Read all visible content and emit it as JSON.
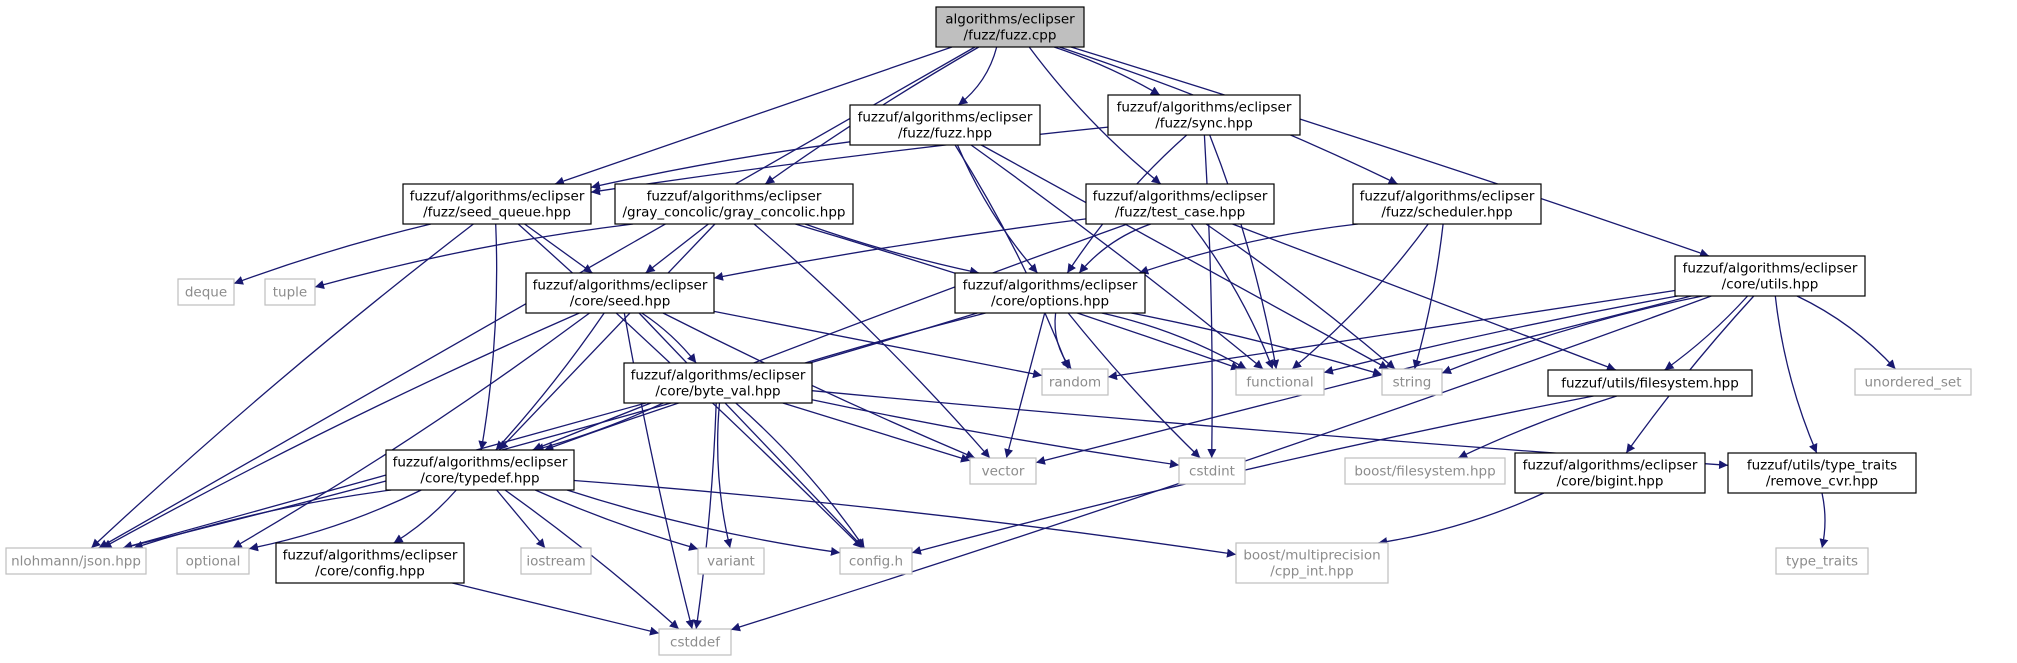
{
  "colors": {
    "edge": "#191970",
    "root_fill": "#bfbfbf",
    "documented_border": "#000000",
    "external_border": "#bfbfbf",
    "external_text": "#8c8c8c",
    "text": "#000000"
  },
  "nodes": {
    "fuzz_cpp": {
      "lines": [
        "algorithms/eclipser",
        "/fuzz/fuzz.cpp"
      ],
      "kind": "root"
    },
    "fuzz_hpp": {
      "lines": [
        "fuzzuf/algorithms/eclipser",
        "/fuzz/fuzz.hpp"
      ],
      "kind": "doc"
    },
    "sync_hpp": {
      "lines": [
        "fuzzuf/algorithms/eclipser",
        "/fuzz/sync.hpp"
      ],
      "kind": "doc"
    },
    "seed_queue": {
      "lines": [
        "fuzzuf/algorithms/eclipser",
        "/fuzz/seed_queue.hpp"
      ],
      "kind": "doc"
    },
    "gray_concolic": {
      "lines": [
        "fuzzuf/algorithms/eclipser",
        "/gray_concolic/gray_concolic.hpp"
      ],
      "kind": "doc"
    },
    "test_case": {
      "lines": [
        "fuzzuf/algorithms/eclipser",
        "/fuzz/test_case.hpp"
      ],
      "kind": "doc"
    },
    "scheduler": {
      "lines": [
        "fuzzuf/algorithms/eclipser",
        "/fuzz/scheduler.hpp"
      ],
      "kind": "doc"
    },
    "utils_hpp": {
      "lines": [
        "fuzzuf/algorithms/eclipser",
        "/core/utils.hpp"
      ],
      "kind": "doc"
    },
    "seed_hpp": {
      "lines": [
        "fuzzuf/algorithms/eclipser",
        "/core/seed.hpp"
      ],
      "kind": "doc"
    },
    "options_hpp": {
      "lines": [
        "fuzzuf/algorithms/eclipser",
        "/core/options.hpp"
      ],
      "kind": "doc"
    },
    "byte_val": {
      "lines": [
        "fuzzuf/algorithms/eclipser",
        "/core/byte_val.hpp"
      ],
      "kind": "doc"
    },
    "typedef_hpp": {
      "lines": [
        "fuzzuf/algorithms/eclipser",
        "/core/typedef.hpp"
      ],
      "kind": "doc"
    },
    "config_hpp": {
      "lines": [
        "fuzzuf/algorithms/eclipser",
        "/core/config.hpp"
      ],
      "kind": "doc"
    },
    "filesystem_hpp": {
      "lines": [
        "fuzzuf/utils/filesystem.hpp"
      ],
      "kind": "doc"
    },
    "bigint_hpp": {
      "lines": [
        "fuzzuf/algorithms/eclipser",
        "/core/bigint.hpp"
      ],
      "kind": "doc"
    },
    "remove_cvr": {
      "lines": [
        "fuzzuf/utils/type_traits",
        "/remove_cvr.hpp"
      ],
      "kind": "doc"
    },
    "deque": {
      "lines": [
        "deque"
      ],
      "kind": "ext"
    },
    "tuple": {
      "lines": [
        "tuple"
      ],
      "kind": "ext"
    },
    "random": {
      "lines": [
        "random"
      ],
      "kind": "ext"
    },
    "functional": {
      "lines": [
        "functional"
      ],
      "kind": "ext"
    },
    "string": {
      "lines": [
        "string"
      ],
      "kind": "ext"
    },
    "unordered_set": {
      "lines": [
        "unordered_set"
      ],
      "kind": "ext"
    },
    "vector": {
      "lines": [
        "vector"
      ],
      "kind": "ext"
    },
    "cstdint": {
      "lines": [
        "cstdint"
      ],
      "kind": "ext"
    },
    "boost_filesystem": {
      "lines": [
        "boost/filesystem.hpp"
      ],
      "kind": "ext"
    },
    "nlohmann": {
      "lines": [
        "nlohmann/json.hpp"
      ],
      "kind": "ext"
    },
    "optional": {
      "lines": [
        "optional"
      ],
      "kind": "ext"
    },
    "iostream": {
      "lines": [
        "iostream"
      ],
      "kind": "ext"
    },
    "variant": {
      "lines": [
        "variant"
      ],
      "kind": "ext"
    },
    "config_h": {
      "lines": [
        "config.h"
      ],
      "kind": "ext"
    },
    "boost_mp": {
      "lines": [
        "boost/multiprecision",
        "/cpp_int.hpp"
      ],
      "kind": "ext"
    },
    "type_traits": {
      "lines": [
        "type_traits"
      ],
      "kind": "ext"
    },
    "cstddef": {
      "lines": [
        "cstddef"
      ],
      "kind": "ext"
    }
  },
  "edges": [
    [
      "fuzz_cpp",
      "fuzz_hpp"
    ],
    [
      "fuzz_cpp",
      "sync_hpp"
    ],
    [
      "fuzz_cpp",
      "seed_queue"
    ],
    [
      "fuzz_cpp",
      "gray_concolic"
    ],
    [
      "fuzz_cpp",
      "test_case"
    ],
    [
      "fuzz_cpp",
      "scheduler"
    ],
    [
      "fuzz_cpp",
      "utils_hpp"
    ],
    [
      "fuzz_cpp",
      "nlohmann"
    ],
    [
      "fuzz_hpp",
      "seed_queue"
    ],
    [
      "fuzz_hpp",
      "options_hpp"
    ],
    [
      "fuzz_hpp",
      "random"
    ],
    [
      "fuzz_hpp",
      "functional"
    ],
    [
      "fuzz_hpp",
      "string"
    ],
    [
      "sync_hpp",
      "seed_queue"
    ],
    [
      "sync_hpp",
      "options_hpp"
    ],
    [
      "sync_hpp",
      "functional"
    ],
    [
      "sync_hpp",
      "cstdint"
    ],
    [
      "seed_queue",
      "seed_hpp"
    ],
    [
      "seed_queue",
      "deque"
    ],
    [
      "seed_queue",
      "nlohmann"
    ],
    [
      "seed_queue",
      "typedef_hpp"
    ],
    [
      "seed_queue",
      "config_h"
    ],
    [
      "gray_concolic",
      "seed_hpp"
    ],
    [
      "gray_concolic",
      "options_hpp"
    ],
    [
      "gray_concolic",
      "tuple"
    ],
    [
      "gray_concolic",
      "vector"
    ],
    [
      "gray_concolic",
      "functional"
    ],
    [
      "gray_concolic",
      "typedef_hpp"
    ],
    [
      "test_case",
      "seed_hpp"
    ],
    [
      "test_case",
      "options_hpp"
    ],
    [
      "test_case",
      "functional"
    ],
    [
      "test_case",
      "string"
    ],
    [
      "test_case",
      "filesystem_hpp"
    ],
    [
      "test_case",
      "typedef_hpp"
    ],
    [
      "scheduler",
      "options_hpp"
    ],
    [
      "scheduler",
      "functional"
    ],
    [
      "scheduler",
      "string"
    ],
    [
      "utils_hpp",
      "random"
    ],
    [
      "utils_hpp",
      "functional"
    ],
    [
      "utils_hpp",
      "string"
    ],
    [
      "utils_hpp",
      "unordered_set"
    ],
    [
      "utils_hpp",
      "filesystem_hpp"
    ],
    [
      "utils_hpp",
      "vector"
    ],
    [
      "utils_hpp",
      "bigint_hpp"
    ],
    [
      "utils_hpp",
      "remove_cvr"
    ],
    [
      "utils_hpp",
      "cstddef"
    ],
    [
      "seed_hpp",
      "byte_val"
    ],
    [
      "seed_hpp",
      "random"
    ],
    [
      "seed_hpp",
      "vector"
    ],
    [
      "seed_hpp",
      "nlohmann"
    ],
    [
      "seed_hpp",
      "optional"
    ],
    [
      "seed_hpp",
      "typedef_hpp"
    ],
    [
      "seed_hpp",
      "config_h"
    ],
    [
      "seed_hpp",
      "cstddef"
    ],
    [
      "options_hpp",
      "random"
    ],
    [
      "options_hpp",
      "functional"
    ],
    [
      "options_hpp",
      "string"
    ],
    [
      "options_hpp",
      "vector"
    ],
    [
      "options_hpp",
      "cstdint"
    ],
    [
      "options_hpp",
      "typedef_hpp"
    ],
    [
      "options_hpp",
      "nlohmann"
    ],
    [
      "byte_val",
      "typedef_hpp"
    ],
    [
      "byte_val",
      "vector"
    ],
    [
      "byte_val",
      "cstdint"
    ],
    [
      "byte_val",
      "variant"
    ],
    [
      "byte_val",
      "config_h"
    ],
    [
      "byte_val",
      "cstddef"
    ],
    [
      "byte_val",
      "nlohmann"
    ],
    [
      "byte_val",
      "remove_cvr"
    ],
    [
      "typedef_hpp",
      "nlohmann"
    ],
    [
      "typedef_hpp",
      "optional"
    ],
    [
      "typedef_hpp",
      "config_hpp"
    ],
    [
      "typedef_hpp",
      "iostream"
    ],
    [
      "typedef_hpp",
      "variant"
    ],
    [
      "typedef_hpp",
      "config_h"
    ],
    [
      "typedef_hpp",
      "boost_mp"
    ],
    [
      "typedef_hpp",
      "cstddef"
    ],
    [
      "config_hpp",
      "cstddef"
    ],
    [
      "filesystem_hpp",
      "boost_filesystem"
    ],
    [
      "filesystem_hpp",
      "config_h"
    ],
    [
      "bigint_hpp",
      "boost_mp"
    ],
    [
      "remove_cvr",
      "type_traits"
    ]
  ]
}
